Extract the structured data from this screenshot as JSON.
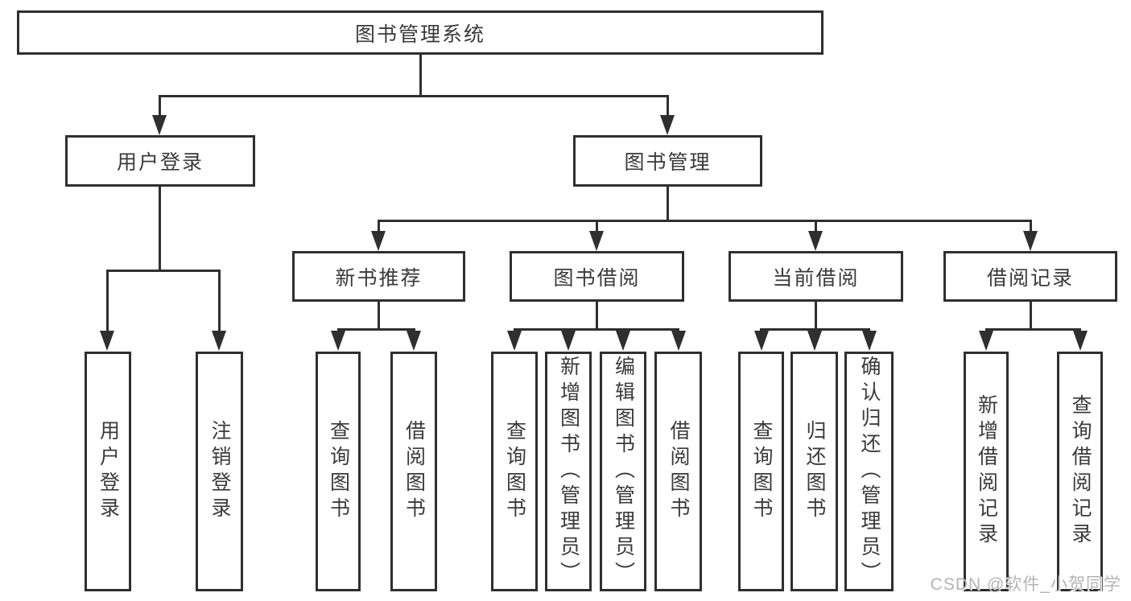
{
  "colors": {
    "line": "#2f2f2f",
    "box_border": "#2f2f2f",
    "text": "#3a3a3a",
    "background": "#ffffff",
    "watermark": "#b4b4b4"
  },
  "diagram": {
    "root": {
      "label": "图书管理系统"
    },
    "level2": [
      {
        "label": "用户登录"
      },
      {
        "label": "图书管理"
      }
    ],
    "level3": [
      {
        "label": "新书推荐"
      },
      {
        "label": "图书借阅"
      },
      {
        "label": "当前借阅"
      },
      {
        "label": "借阅记录"
      }
    ],
    "leaves": [
      {
        "label": "用户登录"
      },
      {
        "label": "注销登录"
      },
      {
        "label": "查询图书"
      },
      {
        "label": "借阅图书"
      },
      {
        "label": "查询图书"
      },
      {
        "label": "新增图书（管理员）"
      },
      {
        "label": "编辑图书（管理员）"
      },
      {
        "label": "借阅图书"
      },
      {
        "label": "查询图书"
      },
      {
        "label": "归还图书"
      },
      {
        "label": "确认归还（管理员）"
      },
      {
        "label": "新增借阅记录"
      },
      {
        "label": "查询借阅记录"
      }
    ]
  },
  "watermark": {
    "text": "CSDN @软件_小贺同学"
  }
}
